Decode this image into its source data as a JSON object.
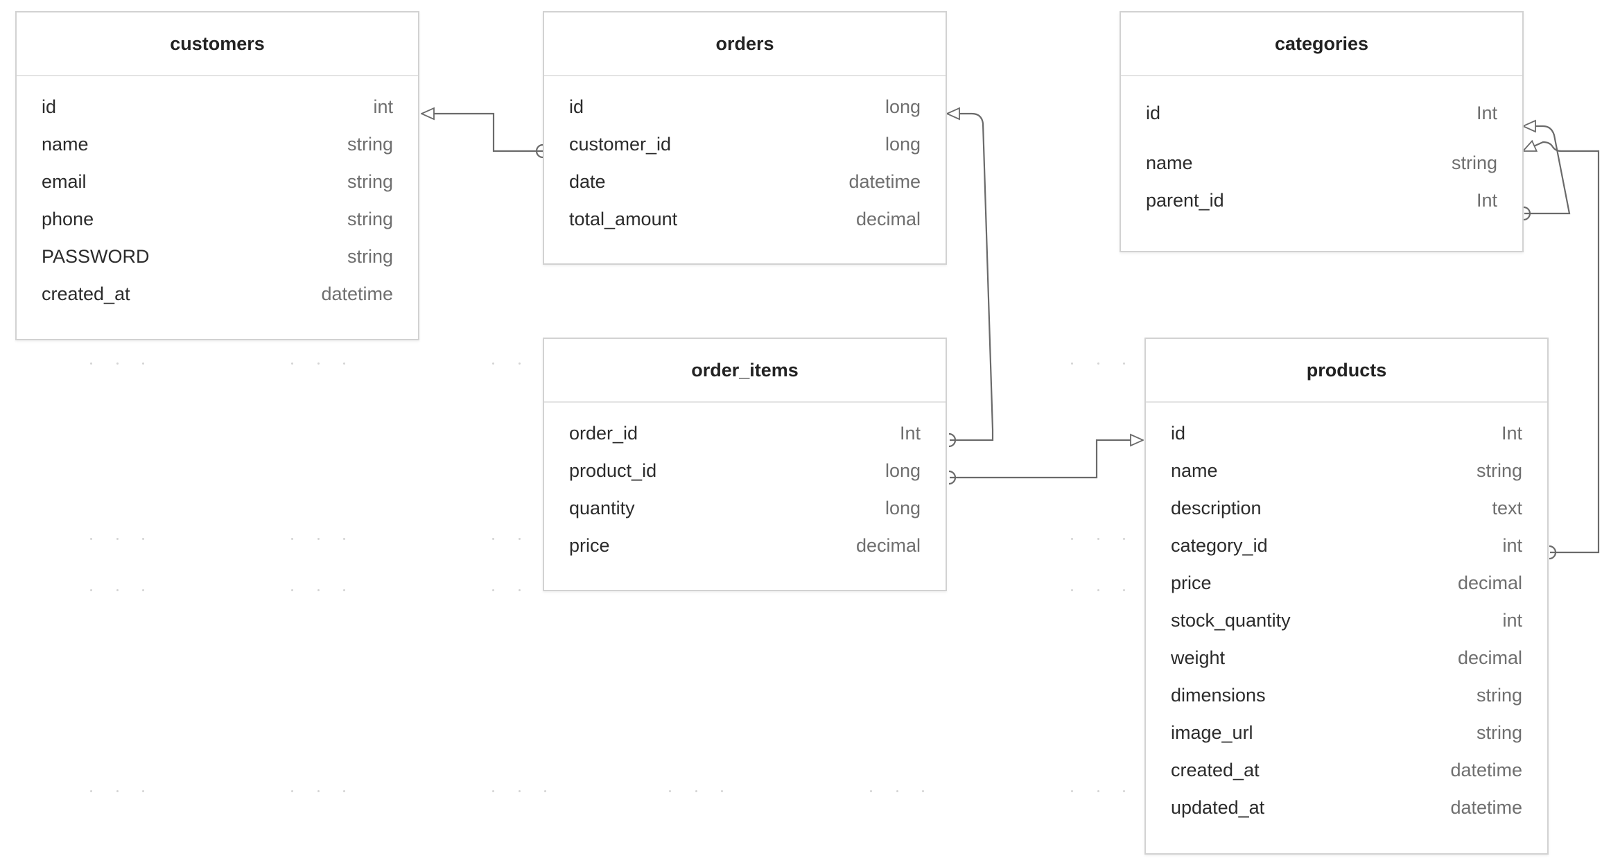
{
  "colors": {
    "border": "#d2d2d2",
    "header_divider": "#e3e3e3",
    "link": "#6a6a6a",
    "field_name": "#2b2b2b",
    "field_type": "#6f6f6f"
  },
  "entities": {
    "customers": {
      "title": "customers",
      "fields": [
        {
          "name": "id",
          "type": "int"
        },
        {
          "name": "name",
          "type": "string"
        },
        {
          "name": "email",
          "type": "string"
        },
        {
          "name": "phone",
          "type": "string"
        },
        {
          "name": "PASSWORD",
          "type": "string"
        },
        {
          "name": "created_at",
          "type": "datetime"
        }
      ]
    },
    "orders": {
      "title": "orders",
      "fields": [
        {
          "name": "id",
          "type": "long"
        },
        {
          "name": "customer_id",
          "type": "long"
        },
        {
          "name": "date",
          "type": "datetime"
        },
        {
          "name": "total_amount",
          "type": "decimal"
        }
      ]
    },
    "order_items": {
      "title": "order_items",
      "fields": [
        {
          "name": "order_id",
          "type": "Int"
        },
        {
          "name": "product_id",
          "type": "long"
        },
        {
          "name": "quantity",
          "type": "long"
        },
        {
          "name": "price",
          "type": "decimal"
        }
      ]
    },
    "categories": {
      "title": "categories",
      "fields": [
        {
          "name": "id",
          "type": "Int"
        },
        {
          "name": "name",
          "type": "string"
        },
        {
          "name": "parent_id",
          "type": "Int"
        }
      ]
    },
    "products": {
      "title": "products",
      "fields": [
        {
          "name": "id",
          "type": "Int"
        },
        {
          "name": "name",
          "type": "string"
        },
        {
          "name": "description",
          "type": "text"
        },
        {
          "name": "category_id",
          "type": "int"
        },
        {
          "name": "price",
          "type": "decimal"
        },
        {
          "name": "stock_quantity",
          "type": "int"
        },
        {
          "name": "weight",
          "type": "decimal"
        },
        {
          "name": "dimensions",
          "type": "string"
        },
        {
          "name": "image_url",
          "type": "string"
        },
        {
          "name": "created_at",
          "type": "datetime"
        },
        {
          "name": "updated_at",
          "type": "datetime"
        }
      ]
    }
  },
  "relationships": [
    {
      "from": "orders.customer_id",
      "to": "customers.id"
    },
    {
      "from": "order_items.order_id",
      "to": "orders.id"
    },
    {
      "from": "order_items.product_id",
      "to": "products.id"
    },
    {
      "from": "products.category_id",
      "to": "categories.id"
    },
    {
      "from": "categories.parent_id",
      "to": "categories.id"
    }
  ]
}
